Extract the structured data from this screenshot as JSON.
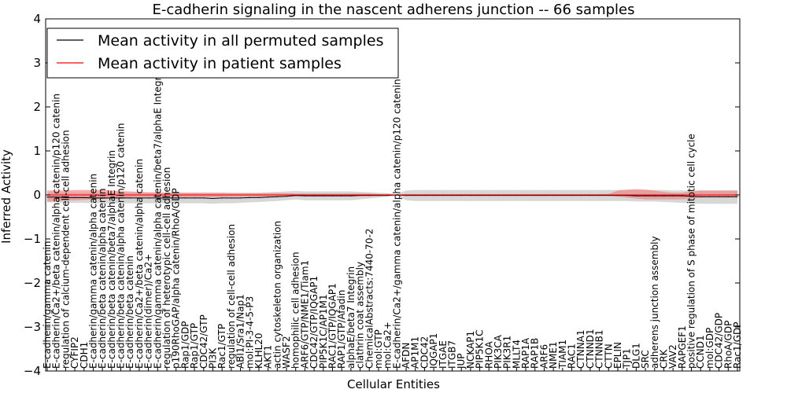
{
  "chart_data": {
    "type": "line",
    "title": "E-cadherin signaling in the nascent adherens junction -- 66 samples",
    "xlabel": "Cellular Entities",
    "ylabel": "Inferred Activity",
    "ylim": [
      -4,
      4
    ],
    "yticks": [
      -4,
      -3,
      -2,
      -1,
      0,
      1,
      2,
      3,
      4
    ],
    "ytick_labels": [
      "−4",
      "−3",
      "−2",
      "−1",
      "0",
      "1",
      "2",
      "3",
      "4"
    ],
    "grid": false,
    "legend": "top-left",
    "colors": {
      "permuted": "#000000",
      "patient": "#ff0000",
      "permuted_band": "#bdbdbd",
      "patient_band": "#f08080"
    },
    "categories": [
      "E-cadherin/gamma catenin",
      "E-cadherin/Ca2+/beta catenin/alpha catenin/p120 catenin",
      "regulation of calcium-dependent cell-cell adhesion",
      "CYFIP2",
      "CDH1",
      "E-cadherin/gamma catenin/alpha catenin",
      "E-cadherin/beta catenin/alpha catenin",
      "E-cadherin/beta catenin/beta7/alphaE Integrin",
      "E-cadherin/beta catenin/alpha catenin/p120 catenin",
      "E-cadherin/beta catenin",
      "E-cadherin/Ca2+/beta catenin/alpha catenin",
      "E-cadherin(dimer)/Ca2+",
      "E-cadherin/gamma catenin/alpha catenin/beta7/alphaE Integrin",
      "regulation of heterotypic cell-cell adhesion",
      "p190RhoGAP/alpha catenin/RhoA/GDP",
      "Rap1/GDP",
      "Rap1/GTP",
      "CDC42/GTP",
      "PI3K",
      "Rac1/GTP",
      "regulation of cell-cell adhesion",
      "ABI1/Sra1/Nap1",
      "mol:PI-3-4-5-P3",
      "KLHL20",
      "AKT1",
      "actin cytoskeleton organization",
      "WASF2",
      "homophilic cell adhesion",
      "ARF6/GTP/NME1/Tiam1",
      "CDC42/GTP/IQGAP1",
      "PIP5K1C/AP1M1",
      "RAC1/GTP/IQGAP1",
      "RAP1/GTP/Afadin",
      "alphaE/beta7 Integrin",
      "clathrin coat assembly",
      "ChemicalAbstracts:7440-70-2",
      "mol:GTP",
      "mol:Ca2+",
      "E-cadherin/Ca2+/gamma catenin/alpha catenin/p120 catenin",
      "AFDN",
      "AP1M1",
      "CDC42",
      "IQGAP1",
      "ITGAE",
      "ITGB7",
      "JUP",
      "NCKAP1",
      "PIP5K1C",
      "RHOA",
      "PIK3CA",
      "PIK3R1",
      "MLLT4",
      "RAP1A",
      "RAP1B",
      "ARF6",
      "NME1",
      "TIAM1",
      "RAC1",
      "CTNNA1",
      "CTNND1",
      "CTNNB1",
      "CTTN",
      "EPLIN",
      "TJP1",
      "DLG1",
      "SRC",
      "adherens junction assembly",
      "CRK",
      "VAV2",
      "RAPGEF1",
      "positive regulation of S phase of mitotic cell cycle",
      "CCND1",
      "mol:GDP",
      "CDC42/GDP",
      "RhoA/GDP",
      "Rac1/GDP"
    ],
    "series": [
      {
        "name": "Mean activity in all permuted samples",
        "values": [
          -0.05,
          -0.05,
          -0.06,
          -0.06,
          -0.06,
          -0.07,
          -0.07,
          -0.07,
          -0.07,
          -0.07,
          -0.07,
          -0.07,
          -0.07,
          -0.07,
          -0.07,
          -0.07,
          -0.07,
          -0.07,
          -0.08,
          -0.07,
          -0.07,
          -0.07,
          -0.06,
          -0.06,
          -0.05,
          -0.04,
          -0.03,
          -0.01,
          -0.02,
          -0.02,
          -0.02,
          -0.02,
          -0.02,
          -0.02,
          -0.01,
          -0.01,
          -0.01,
          -0.01,
          0.0,
          -0.01,
          -0.01,
          -0.01,
          -0.01,
          -0.01,
          -0.01,
          -0.01,
          -0.01,
          -0.01,
          -0.01,
          -0.01,
          -0.01,
          -0.01,
          -0.01,
          -0.01,
          -0.01,
          -0.01,
          -0.01,
          -0.01,
          -0.01,
          -0.01,
          -0.01,
          -0.01,
          -0.01,
          -0.01,
          -0.02,
          -0.02,
          -0.02,
          -0.02,
          -0.02,
          -0.02,
          -0.03,
          -0.04,
          -0.04,
          -0.04,
          -0.04,
          -0.04
        ],
        "lower": [
          -0.17,
          -0.17,
          -0.18,
          -0.18,
          -0.18,
          -0.19,
          -0.19,
          -0.19,
          -0.19,
          -0.19,
          -0.19,
          -0.19,
          -0.19,
          -0.19,
          -0.19,
          -0.19,
          -0.19,
          -0.19,
          -0.2,
          -0.19,
          -0.19,
          -0.18,
          -0.17,
          -0.16,
          -0.15,
          -0.14,
          -0.12,
          -0.1,
          -0.12,
          -0.12,
          -0.12,
          -0.12,
          -0.12,
          -0.12,
          -0.1,
          -0.08,
          -0.06,
          -0.04,
          -0.02,
          -0.12,
          -0.14,
          -0.14,
          -0.14,
          -0.14,
          -0.14,
          -0.14,
          -0.14,
          -0.14,
          -0.14,
          -0.14,
          -0.14,
          -0.14,
          -0.14,
          -0.14,
          -0.14,
          -0.14,
          -0.14,
          -0.14,
          -0.14,
          -0.14,
          -0.14,
          -0.14,
          -0.14,
          -0.14,
          -0.15,
          -0.15,
          -0.15,
          -0.16,
          -0.17,
          -0.18,
          -0.19,
          -0.2,
          -0.2,
          -0.2,
          -0.2,
          -0.2
        ],
        "upper": [
          0.05,
          0.05,
          0.05,
          0.05,
          0.05,
          0.05,
          0.05,
          0.05,
          0.05,
          0.05,
          0.05,
          0.05,
          0.05,
          0.05,
          0.05,
          0.05,
          0.05,
          0.05,
          0.05,
          0.05,
          0.05,
          0.05,
          0.05,
          0.05,
          0.06,
          0.07,
          0.08,
          0.09,
          0.08,
          0.08,
          0.08,
          0.08,
          0.08,
          0.08,
          0.07,
          0.06,
          0.05,
          0.04,
          0.02,
          0.1,
          0.11,
          0.11,
          0.11,
          0.11,
          0.11,
          0.11,
          0.11,
          0.11,
          0.11,
          0.11,
          0.11,
          0.11,
          0.11,
          0.11,
          0.11,
          0.11,
          0.11,
          0.11,
          0.11,
          0.11,
          0.11,
          0.11,
          0.11,
          0.11,
          0.11,
          0.11,
          0.11,
          0.11,
          0.1,
          0.1,
          0.1,
          0.1,
          0.1,
          0.1,
          0.1,
          0.1
        ]
      },
      {
        "name": "Mean activity in patient samples",
        "values": [
          0.0,
          0.0,
          0.0,
          0.0,
          0.0,
          0.0,
          0.0,
          0.0,
          0.0,
          0.0,
          0.0,
          0.0,
          0.0,
          0.0,
          0.0,
          0.0,
          0.0,
          0.0,
          0.0,
          0.0,
          0.0,
          0.0,
          0.0,
          0.0,
          0.0,
          0.0,
          0.0,
          0.0,
          0.0,
          0.0,
          0.0,
          0.0,
          0.0,
          0.0,
          0.0,
          0.0,
          0.0,
          0.0,
          0.0,
          0.0,
          0.0,
          0.0,
          0.0,
          0.0,
          0.0,
          0.0,
          0.0,
          0.0,
          0.0,
          0.0,
          0.0,
          0.0,
          0.0,
          0.0,
          0.0,
          0.0,
          0.0,
          0.0,
          0.0,
          0.0,
          0.0,
          0.0,
          0.0,
          0.0,
          0.0,
          0.0,
          0.0,
          0.0,
          0.0,
          0.0,
          0.0,
          0.0,
          0.0,
          0.0,
          0.0,
          0.0
        ],
        "lower": [
          -0.15,
          -0.14,
          -0.13,
          -0.12,
          -0.11,
          -0.1,
          -0.09,
          -0.08,
          -0.07,
          -0.06,
          -0.05,
          -0.05,
          -0.05,
          -0.05,
          -0.05,
          -0.05,
          -0.05,
          -0.05,
          -0.05,
          -0.05,
          -0.04,
          -0.04,
          -0.04,
          -0.04,
          -0.04,
          -0.04,
          -0.04,
          -0.03,
          -0.03,
          -0.03,
          -0.03,
          -0.03,
          -0.03,
          -0.03,
          -0.03,
          -0.03,
          -0.02,
          -0.02,
          -0.01,
          -0.02,
          -0.02,
          -0.02,
          -0.02,
          -0.02,
          -0.02,
          -0.02,
          -0.02,
          -0.02,
          -0.02,
          -0.02,
          -0.02,
          -0.02,
          -0.02,
          -0.02,
          -0.02,
          -0.02,
          -0.02,
          -0.02,
          -0.02,
          -0.02,
          -0.02,
          -0.02,
          -0.04,
          -0.06,
          -0.08,
          -0.1,
          -0.1,
          -0.1,
          -0.1,
          -0.1,
          -0.08,
          -0.06,
          -0.06,
          -0.06,
          -0.06,
          -0.06
        ],
        "upper": [
          0.1,
          0.1,
          0.1,
          0.11,
          0.11,
          0.11,
          0.11,
          0.1,
          0.09,
          0.08,
          0.07,
          0.06,
          0.06,
          0.05,
          0.05,
          0.05,
          0.05,
          0.05,
          0.05,
          0.05,
          0.04,
          0.04,
          0.04,
          0.04,
          0.04,
          0.04,
          0.04,
          0.03,
          0.03,
          0.03,
          0.03,
          0.03,
          0.03,
          0.03,
          0.03,
          0.03,
          0.02,
          0.02,
          0.01,
          0.02,
          0.02,
          0.02,
          0.02,
          0.02,
          0.02,
          0.02,
          0.02,
          0.02,
          0.02,
          0.02,
          0.02,
          0.02,
          0.02,
          0.02,
          0.02,
          0.02,
          0.02,
          0.02,
          0.02,
          0.02,
          0.02,
          0.02,
          0.1,
          0.12,
          0.13,
          0.12,
          0.1,
          0.07,
          0.05,
          0.05,
          0.08,
          0.1,
          0.1,
          0.1,
          0.1,
          0.1
        ]
      }
    ]
  }
}
